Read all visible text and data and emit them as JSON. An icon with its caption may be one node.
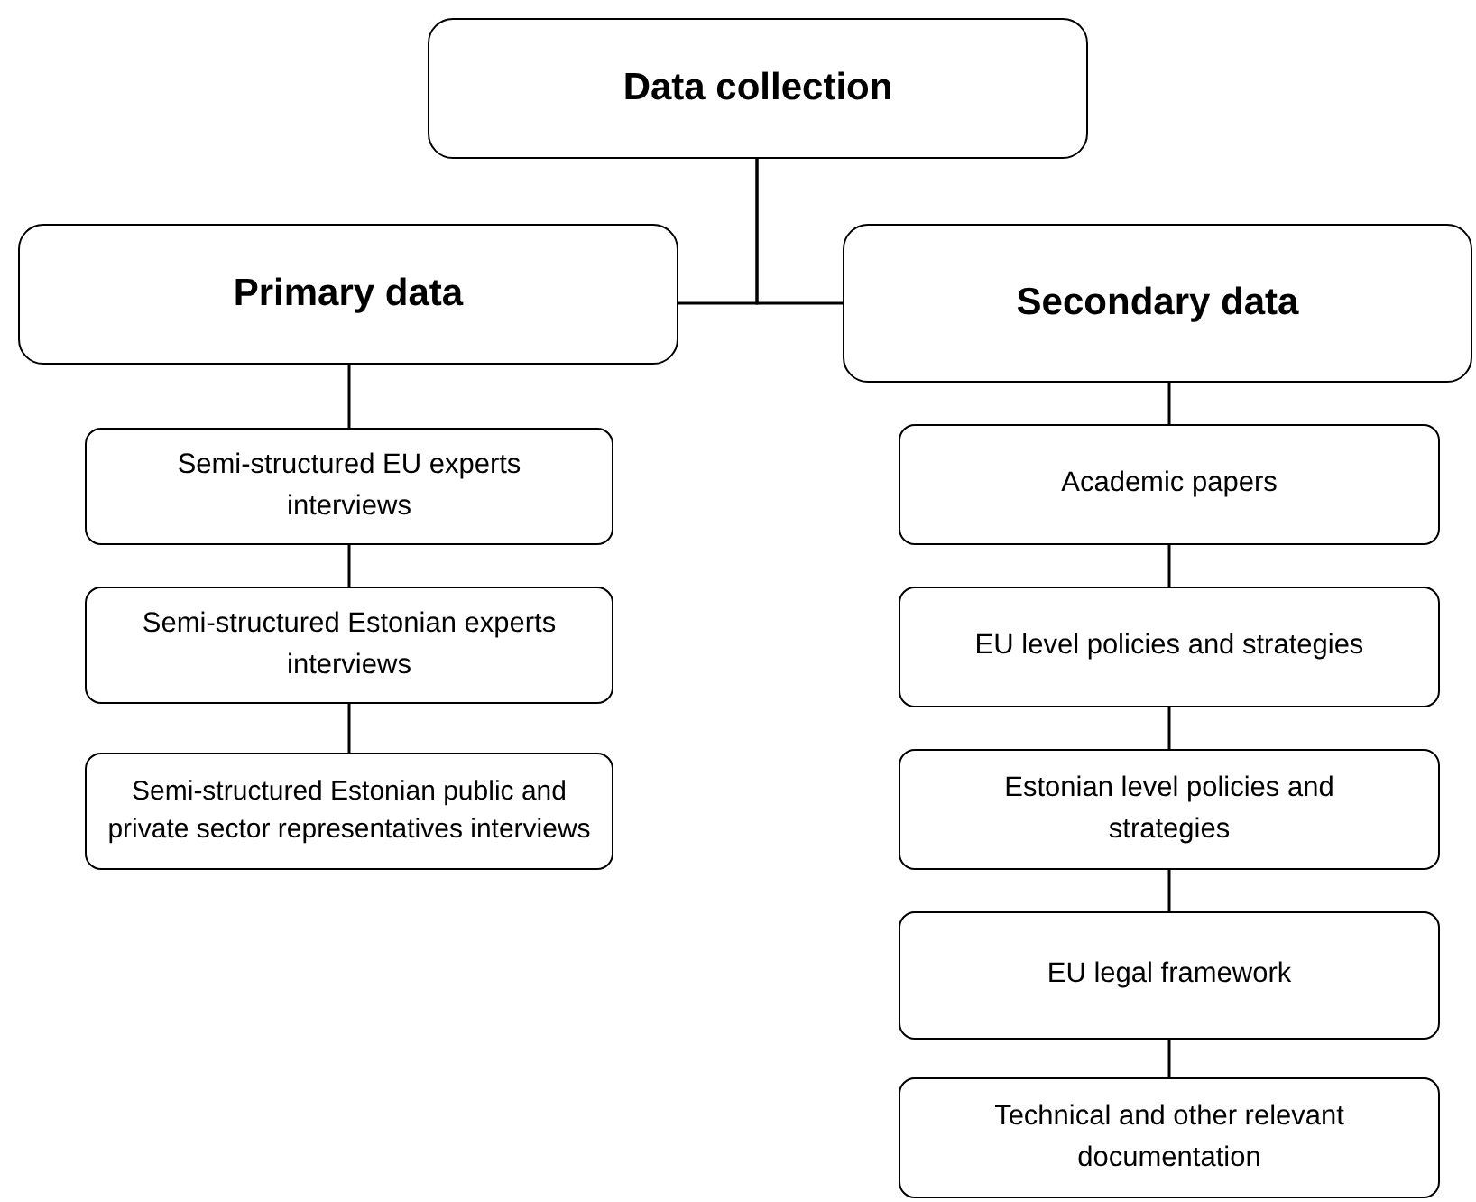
{
  "diagram": {
    "nodes": [
      {
        "text": [
          "Data collection"
        ]
      },
      {
        "text": [
          "Primary data"
        ]
      },
      {
        "text": [
          "Secondary data"
        ]
      },
      {
        "text": [
          "Semi-structured EU experts interviews"
        ]
      },
      {
        "text": [
          "Semi-structured Estonian experts interviews"
        ]
      },
      {
        "text": [
          "Semi-structured Estonian public and private sector representatives interviews"
        ]
      },
      {
        "text": [
          "Academic papers"
        ]
      },
      {
        "text": [
          "EU level policies and strategies"
        ]
      },
      {
        "text": [
          "Estonian level policies and strategies"
        ]
      },
      {
        "text": [
          "EU legal framework"
        ]
      },
      {
        "text": [
          "Technical and other relevant documentation"
        ]
      }
    ],
    "edges": [
      {
        "from": 0,
        "to": 1,
        "arrow": "none"
      },
      {
        "from": 0,
        "to": 2,
        "arrow": "none"
      },
      {
        "from": 1,
        "to": 3,
        "arrow": "none"
      },
      {
        "from": 3,
        "to": 4,
        "arrow": "none"
      },
      {
        "from": 4,
        "to": 5,
        "arrow": "none"
      },
      {
        "from": 2,
        "to": 6,
        "arrow": "none"
      },
      {
        "from": 6,
        "to": 7,
        "arrow": "none"
      },
      {
        "from": 7,
        "to": 8,
        "arrow": "none"
      },
      {
        "from": 8,
        "to": 9,
        "arrow": "none"
      },
      {
        "from": 9,
        "to": 10,
        "arrow": "none"
      }
    ]
  }
}
